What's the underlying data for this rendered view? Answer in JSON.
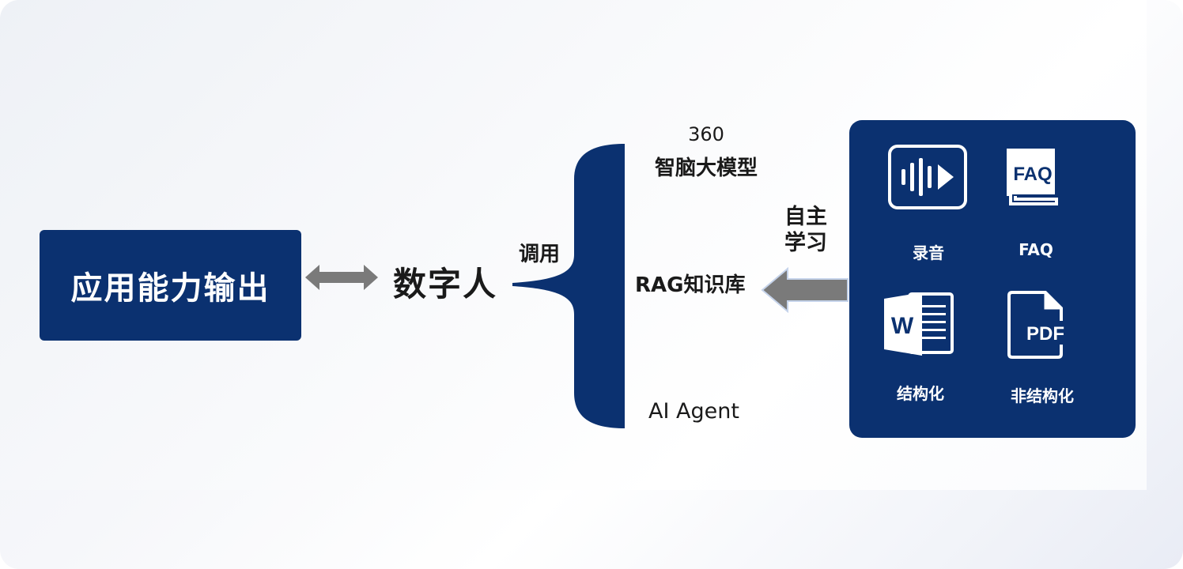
{
  "app_output": {
    "label": "应用能力输出"
  },
  "digital_human": {
    "label": "数字人"
  },
  "call": {
    "label": "调用"
  },
  "model": {
    "line1": "360",
    "line2": "智脑大模型"
  },
  "rag": {
    "label": "RAG知识库"
  },
  "agent": {
    "label": "AI Agent"
  },
  "self_learning": {
    "line1": "自主",
    "line2": "学习"
  },
  "sources": {
    "recording": {
      "label": "录音",
      "icon": "audio-play-icon"
    },
    "faq": {
      "label": "FAQ",
      "icon": "faq-book-icon",
      "icon_text": "FAQ"
    },
    "structured": {
      "label": "结构化",
      "icon": "word-document-icon",
      "icon_text": "W"
    },
    "unstructured": {
      "label": "非结构化",
      "icon": "pdf-file-icon",
      "icon_text": "PDF"
    }
  },
  "colors": {
    "navy": "#0b3170",
    "arrow_gray": "#7a7a7a",
    "text": "#1a1a1a"
  }
}
